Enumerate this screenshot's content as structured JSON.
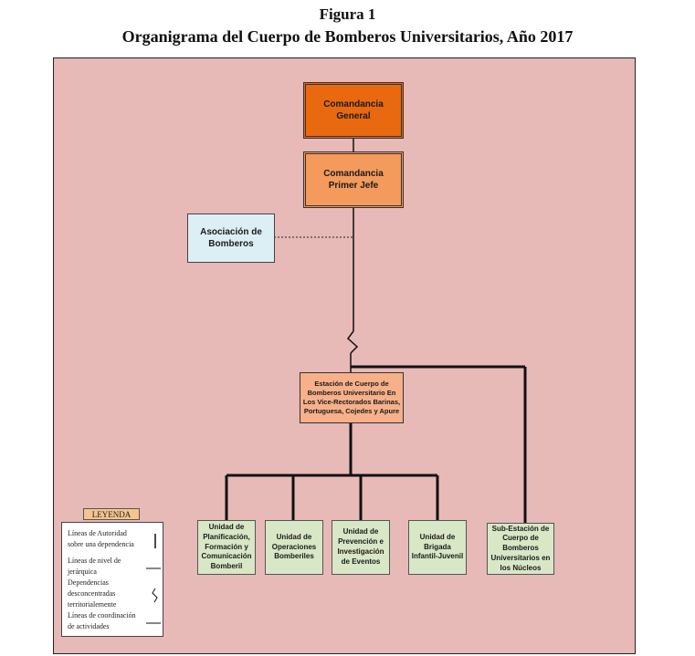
{
  "figure": {
    "label": "Figura 1",
    "title": "Organigrama del Cuerpo de Bomberos Universitarios, Año 2017"
  },
  "nodes": {
    "comandancia_general": "Comandancia General",
    "comandancia_primer_jefe": "Comandancia Primer Jefe",
    "asociacion": "Asociación de Bomberos",
    "estacion": "Estación de Cuerpo de Bomberos Universitario En Los Vice-Rectorados Barinas, Portuguesa, Cojedes y Apure",
    "units": [
      "Unidad de Planificación, Formación y Comunicación Bomberil",
      "Unidad de Operaciones Bomberiles",
      "Unidad de Prevención e Investigación de Eventos",
      "Unidad de Brigada Infantil-Juvenil",
      "Sub-Estación de Cuerpo de Bomberos Universitarios en los Núcleos"
    ]
  },
  "legend": {
    "title": "LEYENDA",
    "items": [
      "Líneas de Autoridad sobre una dependencia",
      "Líneas de nivel de jerárquica",
      "Dependencias desconcentradas territorialemente",
      "Líneas de coordinación de actividades"
    ]
  },
  "colors": {
    "background_frame": "#e7b9b7",
    "comandancia_general": "#e8690f",
    "primer_jefe": "#f39a5c",
    "asociacion": "#dceff4",
    "estacion": "#f7b08a",
    "units": "#d8e7c6",
    "legend_title": "#f6c48e"
  }
}
